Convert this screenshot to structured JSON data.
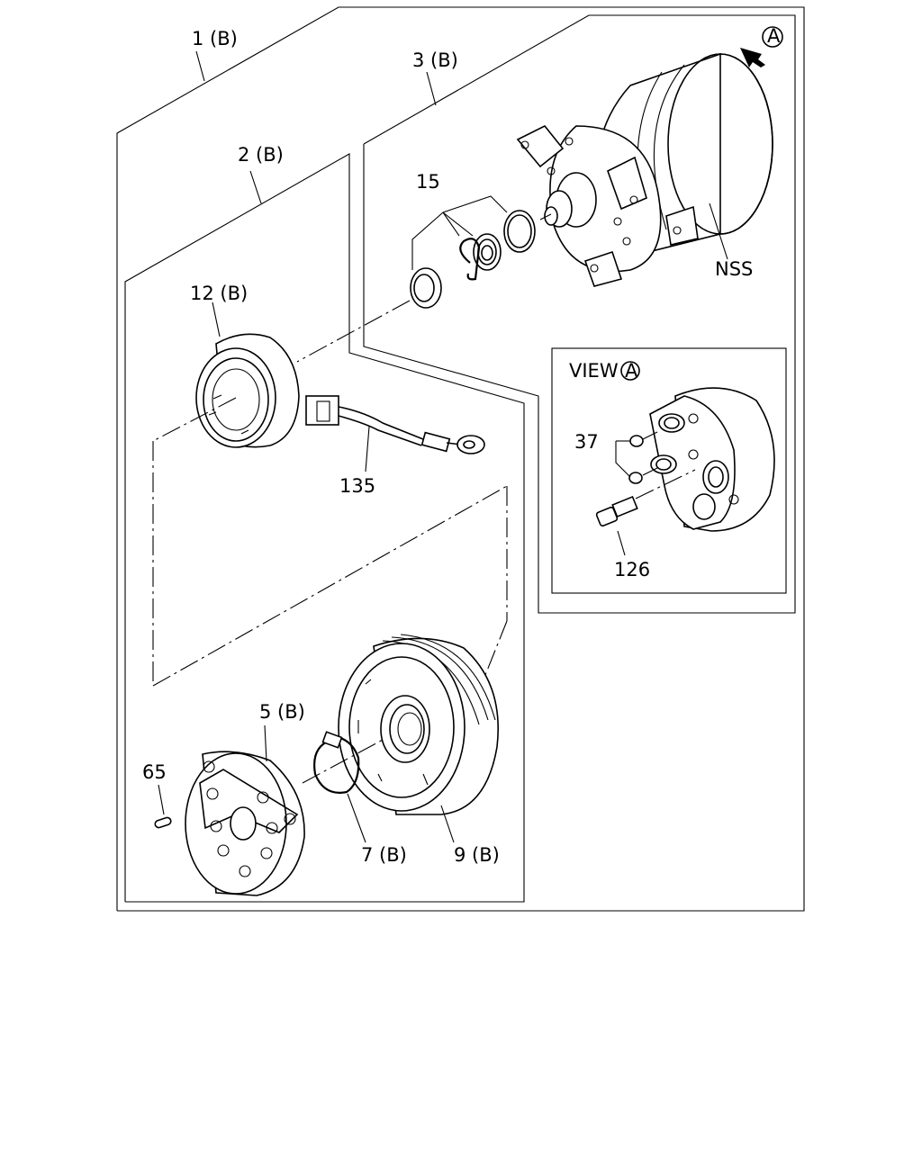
{
  "labels": {
    "assembly_1": "1 (B)",
    "assembly_2": "2 (B)",
    "assembly_3": "3 (B)",
    "part_15": "15",
    "nss": "NSS",
    "part_12": "12 (B)",
    "part_135": "135",
    "view_text": "VIEW",
    "view_marker": "A",
    "arrow_marker": "A",
    "part_37": "37",
    "part_126": "126",
    "part_5": "5 (B)",
    "part_65": "65",
    "part_7": "7 (B)",
    "part_9": "9 (B)"
  }
}
